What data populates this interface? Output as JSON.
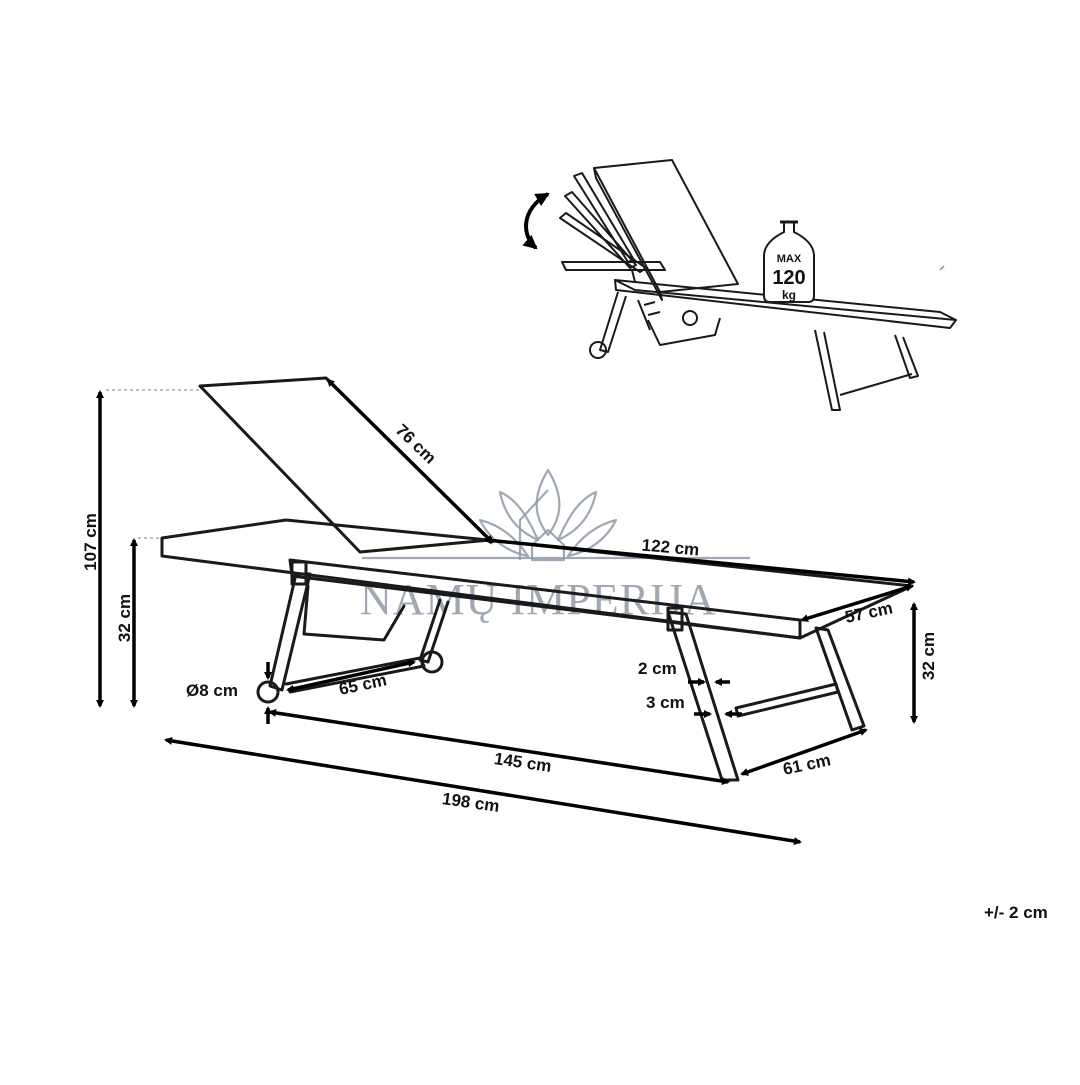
{
  "logo": {
    "text": "NAMŲ IMPERIJA"
  },
  "badge": {
    "line1": "MAX",
    "line2": "120",
    "line3": "kg"
  },
  "dimensions": {
    "total_height": "107 cm",
    "seat_height_left": "32 cm",
    "backrest_length": "76 cm",
    "seat_length": "122 cm",
    "width": "57 cm",
    "seat_height_right": "32 cm",
    "wheel_diameter": "Ø8 cm",
    "front_leg_span": "65 cm",
    "tube_2": "2 cm",
    "tube_3": "3 cm",
    "leg_span_145": "145 cm",
    "rear_leg_span": "61 cm",
    "total_length": "198 cm"
  },
  "tolerance": "+/- 2 cm"
}
